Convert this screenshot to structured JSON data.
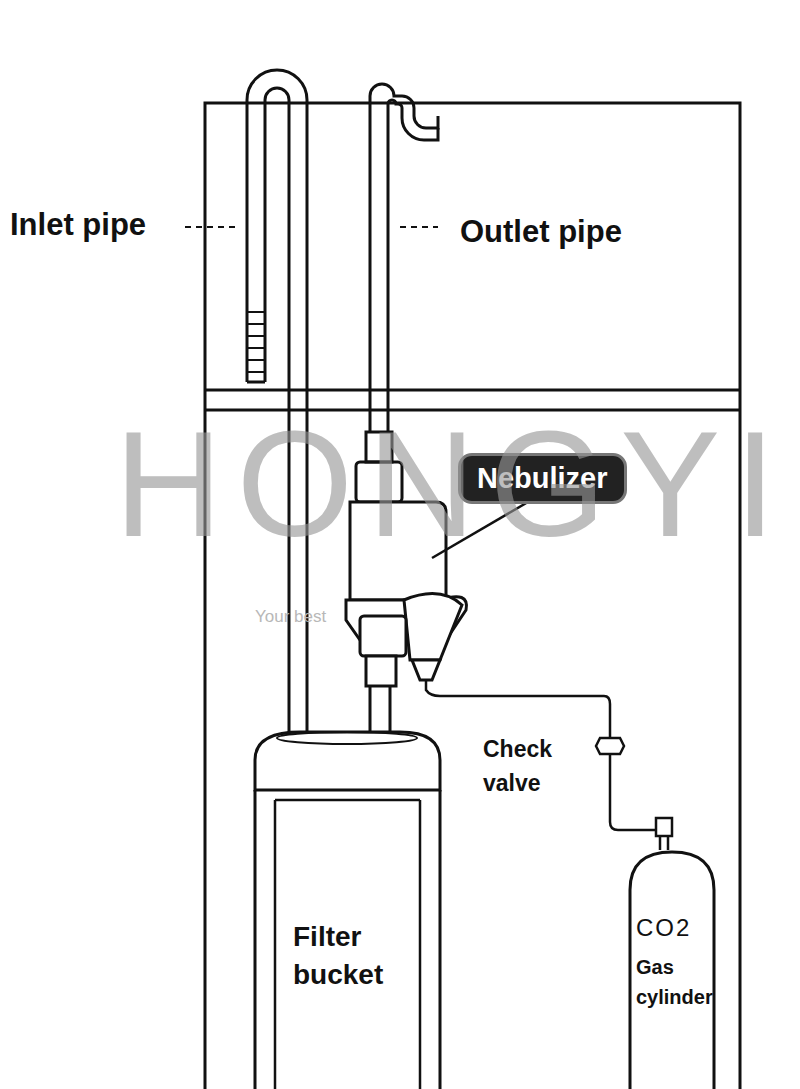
{
  "diagram": {
    "nodes": [
      {
        "text": [
          "Nebulizer"
        ]
      },
      {
        "text": [
          "Filter bucket"
        ]
      },
      {
        "text": [
          "CO2",
          "Gas cylinder"
        ]
      }
    ],
    "labels": [
      "Inlet pipe",
      "Outlet pipe",
      "Check valve",
      "HONGYI",
      "Your best"
    ]
  }
}
